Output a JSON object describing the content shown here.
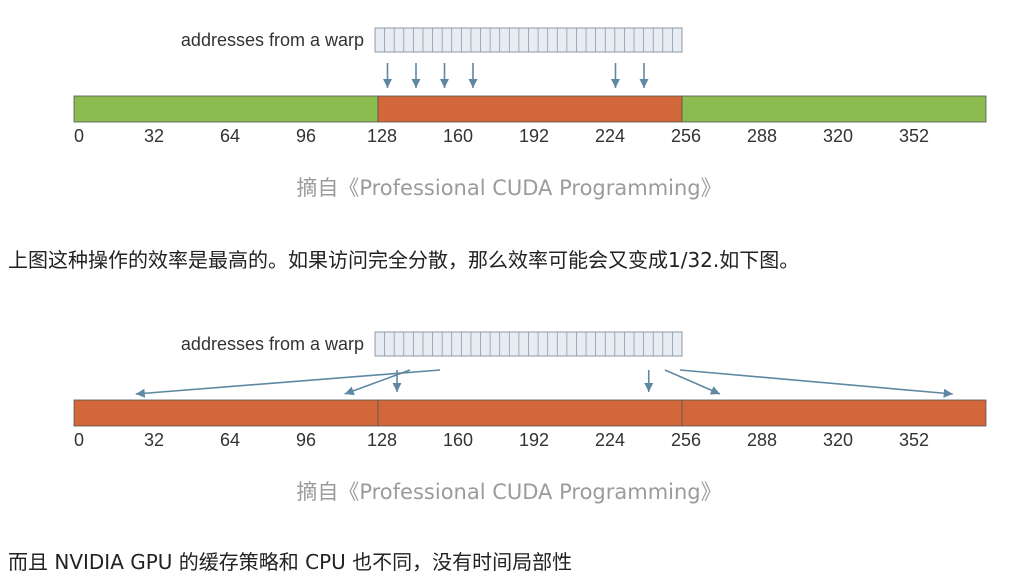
{
  "colors": {
    "green": "#8cbb4f",
    "orange": "#d2683a",
    "arrow": "#5f88a3",
    "box_fill": "#e8edf3",
    "box_stroke": "#8b99a6",
    "caption": "#9b9b9b"
  },
  "figures": [
    {
      "id": "coalesced",
      "warp_label": "addresses from a warp",
      "ticks": [
        "0",
        "32",
        "64",
        "96",
        "128",
        "160",
        "192",
        "224",
        "256",
        "288",
        "320",
        "352"
      ],
      "segments": [
        {
          "from": 0,
          "to": 128,
          "color": "green"
        },
        {
          "from": 128,
          "to": 256,
          "color": "orange"
        },
        {
          "from": 256,
          "to": 384,
          "color": "green"
        }
      ],
      "arrow_targets": [
        132,
        144,
        156,
        168,
        228,
        240
      ],
      "caption": "摘自《Professional CUDA Programming》"
    },
    {
      "id": "scattered",
      "warp_label": "addresses from a warp",
      "ticks": [
        "0",
        "32",
        "64",
        "96",
        "128",
        "160",
        "192",
        "224",
        "256",
        "288",
        "320",
        "352"
      ],
      "segments": [
        {
          "from": 0,
          "to": 128,
          "color": "orange"
        },
        {
          "from": 128,
          "to": 256,
          "color": "orange"
        },
        {
          "from": 256,
          "to": 384,
          "color": "orange"
        }
      ],
      "arrow_targets": [
        26,
        114,
        136,
        242,
        272,
        370
      ],
      "caption": "摘自《Professional CUDA Programming》"
    }
  ],
  "paragraphs": {
    "p1": "上图这种操作的效率是最高的。如果访问完全分散，那么效率可能会又变成1/32.如下图。",
    "p2": "而且 NVIDIA GPU 的缓存策略和 CPU 也不同，没有时间局部性"
  }
}
